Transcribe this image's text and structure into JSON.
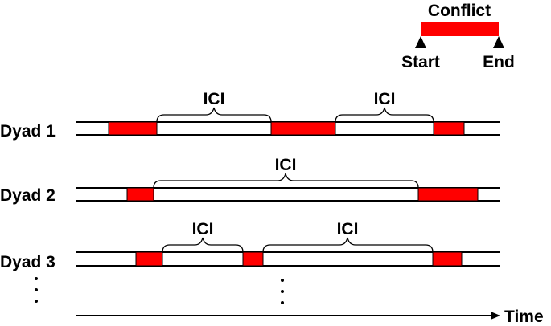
{
  "legend": {
    "title": "Conflict",
    "start_label": "Start",
    "end_label": "End",
    "conflict_color": "#ff0000"
  },
  "dyads": [
    {
      "label": "Dyad 1",
      "ici_labels": [
        "ICI",
        "ICI"
      ]
    },
    {
      "label": "Dyad 2",
      "ici_labels": [
        "ICI"
      ]
    },
    {
      "label": "Dyad 3",
      "ici_labels": [
        "ICI",
        "ICI"
      ]
    }
  ],
  "ellipsis": {
    "left": "⋮",
    "middle": "⋮"
  },
  "axis": {
    "label": "Time"
  }
}
